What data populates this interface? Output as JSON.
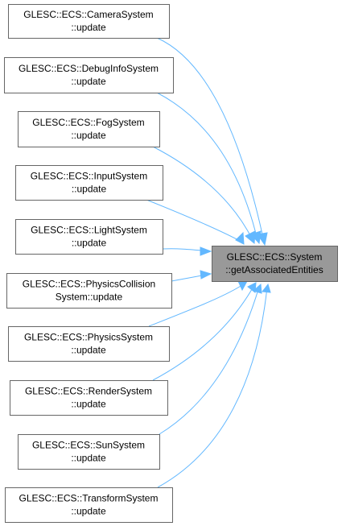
{
  "graph": {
    "target": {
      "lines": [
        "GLESC::ECS::System",
        "::getAssociatedEntities"
      ],
      "fill_color": "#999999"
    },
    "callers": [
      {
        "lines": [
          "GLESC::ECS::CameraSystem",
          "::update"
        ]
      },
      {
        "lines": [
          "GLESC::ECS::DebugInfoSystem",
          "::update"
        ]
      },
      {
        "lines": [
          "GLESC::ECS::FogSystem",
          "::update"
        ]
      },
      {
        "lines": [
          "GLESC::ECS::InputSystem",
          "::update"
        ]
      },
      {
        "lines": [
          "GLESC::ECS::LightSystem",
          "::update"
        ]
      },
      {
        "lines": [
          "GLESC::ECS::PhysicsCollision",
          "System::update"
        ]
      },
      {
        "lines": [
          "GLESC::ECS::PhysicsSystem",
          "::update"
        ]
      },
      {
        "lines": [
          "GLESC::ECS::RenderSystem",
          "::update"
        ]
      },
      {
        "lines": [
          "GLESC::ECS::SunSystem",
          "::update"
        ]
      },
      {
        "lines": [
          "GLESC::ECS::TransformSystem",
          "::update"
        ]
      }
    ],
    "edge_color": "#63b8ff",
    "border_color": "#666666"
  }
}
